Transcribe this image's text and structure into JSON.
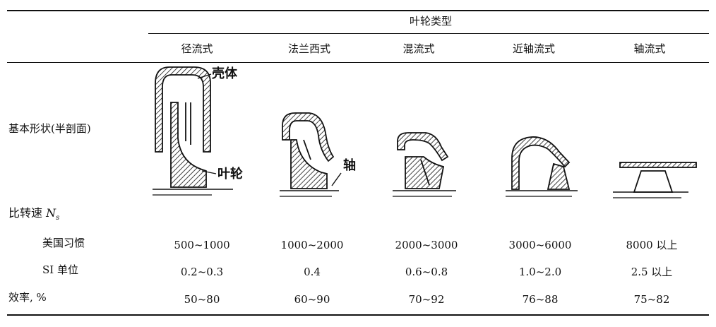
{
  "table": {
    "group_header": "叶轮类型",
    "columns": [
      "径流式",
      "法兰西式",
      "混流式",
      "近轴流式",
      "轴流式"
    ],
    "shape_row_label": "基本形状(半剖面)",
    "shape_annotations": {
      "casing": "壳体",
      "impeller": "叶轮",
      "shaft": "轴"
    },
    "speed_heading_prefix": "比转速 ",
    "speed_heading_symbol": "N",
    "speed_heading_sub": "s",
    "rows": [
      {
        "label": "美国习惯",
        "values": [
          "500~1000",
          "1000~2000",
          "2000~3000",
          "3000~6000",
          "8000 以上"
        ]
      },
      {
        "label": "SI 单位",
        "values": [
          "0.2~0.3",
          "0.4",
          "0.6~0.8",
          "1.0~2.0",
          "2.5 以上"
        ]
      },
      {
        "label": "效率, %",
        "values": [
          "50~80",
          "60~90",
          "70~92",
          "76~88",
          "75~82"
        ]
      }
    ]
  }
}
